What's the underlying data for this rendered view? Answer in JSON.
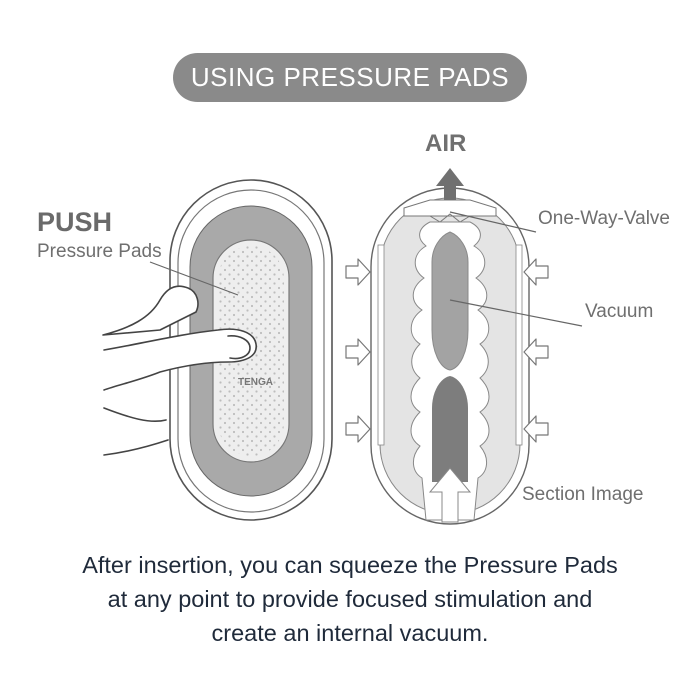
{
  "header": {
    "title": "USING PRESSURE PADS"
  },
  "left_figure": {
    "push_label": "PUSH",
    "pads_label": "Pressure Pads",
    "brand_mark": "TENGA"
  },
  "right_figure": {
    "air_label": "AIR",
    "valve_label": "One-Way-Valve",
    "vacuum_label": "Vacuum",
    "section_label": "Section Image"
  },
  "caption": {
    "lines": [
      "After insertion, you can squeeze the Pressure Pads",
      "at any point to provide focused stimulation and",
      "create an internal vacuum."
    ]
  },
  "colors": {
    "pill": "#8a8a8a",
    "pad_gray": "#a9a9a9",
    "pad_light": "#dcdcdc",
    "dark_chamber": "#7d7d7d",
    "vacuum_chamber": "#a3a3a3",
    "caption_text": "#1f2a3a"
  }
}
